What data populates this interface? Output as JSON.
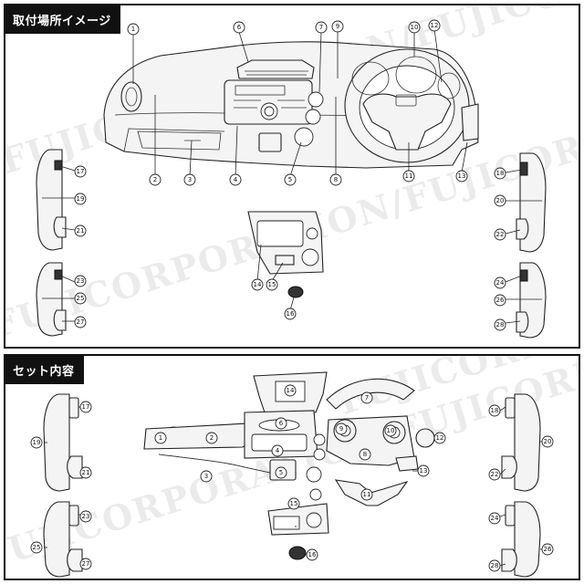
{
  "panels": {
    "top": {
      "title": "取付場所イメージ"
    },
    "bottom": {
      "title": "セット内容"
    }
  },
  "watermark": "FUJICORPORATION/FUJICORPORATION/FUJICO",
  "callouts_top": [
    "1",
    "2",
    "3",
    "4",
    "5",
    "6",
    "7",
    "8",
    "9",
    "10",
    "11",
    "12",
    "13",
    "14",
    "15",
    "16",
    "17",
    "18",
    "19",
    "20",
    "21",
    "22",
    "23",
    "24",
    "25",
    "26",
    "27",
    "28"
  ],
  "callouts_bottom": [
    "1",
    "2",
    "3",
    "4",
    "5",
    "6",
    "7",
    "8",
    "9",
    "10",
    "11",
    "12",
    "13",
    "14",
    "15",
    "16",
    "17",
    "18",
    "19",
    "20",
    "21",
    "22",
    "23",
    "24",
    "25",
    "26",
    "27",
    "28"
  ]
}
